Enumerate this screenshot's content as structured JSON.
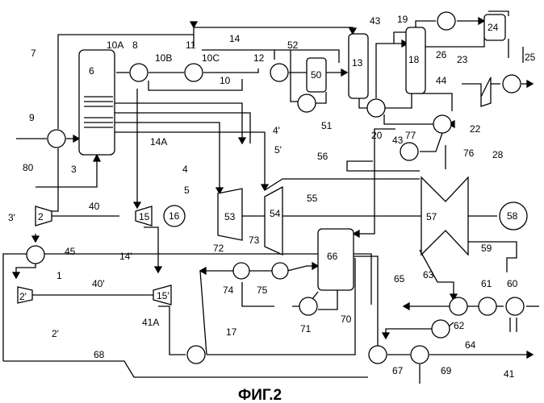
{
  "figure": {
    "caption": "ФИГ.2",
    "line_color": "#000000",
    "background": "#ffffff"
  },
  "labels": {
    "l1": "1",
    "l2": "2",
    "l2p": "2'",
    "l2p_lower": "2'",
    "l3": "3",
    "l3p": "3'",
    "l4": "4",
    "l4p": "4'",
    "l5": "5",
    "l5p": "5'",
    "l6": "6",
    "l7": "7",
    "l8": "8",
    "l9": "9",
    "l10": "10",
    "l10A": "10A",
    "l10B": "10B",
    "l10C": "10C",
    "l11": "11",
    "l12": "12",
    "l13": "13",
    "l14": "14",
    "l14p": "14'",
    "l14A": "14A",
    "l15": "15",
    "l15p": "15'",
    "l16": "16",
    "l17": "17",
    "l18": "18",
    "l19": "19",
    "l20": "20",
    "l22": "22",
    "l23": "23",
    "l24": "24",
    "l25": "25",
    "l26": "26",
    "l28": "28",
    "l40": "40",
    "l40p": "40'",
    "l41": "41",
    "l41A": "41A",
    "l43a": "43",
    "l43b": "43",
    "l44": "44",
    "l45": "45",
    "l50": "50",
    "l51": "51",
    "l52": "52",
    "l53": "53",
    "l54": "54",
    "l55": "55",
    "l56": "56",
    "l57": "57",
    "l58": "58",
    "l59": "59",
    "l60": "60",
    "l61": "61",
    "l62": "62",
    "l63": "63",
    "l64": "64",
    "l65": "65",
    "l66": "66",
    "l67": "67",
    "l68": "68",
    "l69": "69",
    "l70": "70",
    "l71": "71",
    "l72": "72",
    "l73": "73",
    "l74": "74",
    "l75": "75",
    "l76": "76",
    "l77": "77",
    "l80": "80"
  }
}
